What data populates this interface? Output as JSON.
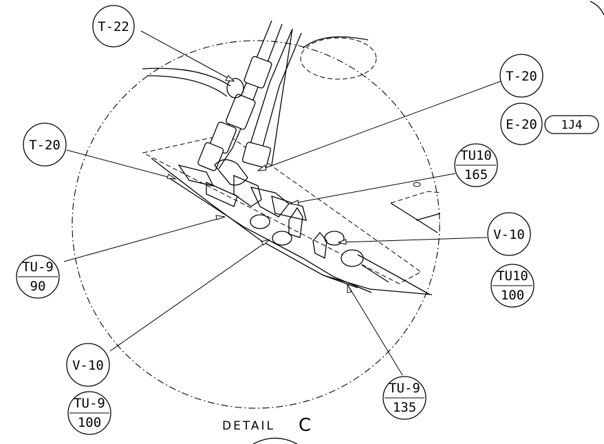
{
  "callouts": {
    "t22": "T-22",
    "t20_right": "T-20",
    "t20_left": "T-20",
    "e20": "E-20",
    "e20_tag": "1J4",
    "tu10_165": {
      "top": "TU10",
      "bottom": "165"
    },
    "v10_right": "V-10",
    "tu10_100": {
      "top": "TU10",
      "bottom": "100"
    },
    "tu9_90": {
      "top": "TU-9",
      "bottom": "90"
    },
    "v10_left": "V-10",
    "tu9_100": {
      "top": "TU-9",
      "bottom": "100"
    },
    "tu9_135": {
      "top": "TU-9",
      "bottom": "135"
    }
  },
  "detail": {
    "label": "DETAIL",
    "letter": "C"
  }
}
